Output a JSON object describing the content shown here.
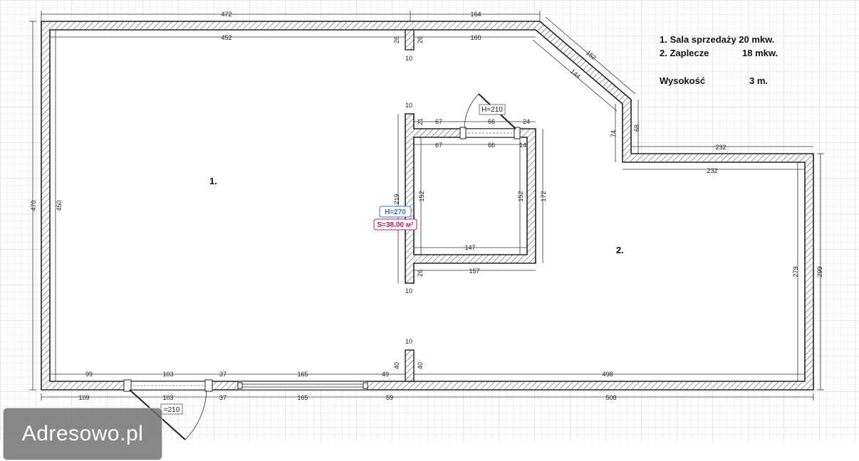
{
  "legend": {
    "line1": "1. Sala sprzedaży 20 mkw.",
    "line2_label": "2. Zaplecze",
    "line2_value": "18 mkw.",
    "height_label": "Wysokość",
    "height_value": "3 m."
  },
  "rooms": {
    "room1": "1.",
    "room2": "2."
  },
  "tags": {
    "height": "H=270",
    "area": "S=38.00 м²",
    "door_top": "H=210",
    "door_bottom": "=210"
  },
  "dimensions": {
    "top_outer_left": "472",
    "top_outer_right": "164",
    "top_inner_left": "452",
    "top_inner_right": "160",
    "stub_left": "26",
    "stub_right": "26",
    "stub_width": "10",
    "diag_outer": "152",
    "diag_inner": "144",
    "step_inner": "74",
    "step_outer": "68",
    "right_top_outer": "232",
    "right_top_inner": "232",
    "left_outer": "470",
    "left_inner": "450",
    "right_inner": "279",
    "right_outer": "299",
    "core_top_width": "10",
    "core_21": "21",
    "core_67a": "67",
    "core_66a": "66",
    "core_24": "24",
    "core_67b": "67",
    "core_66b": "66",
    "core_14": "14",
    "core_219": "219",
    "core_152a": "152",
    "core_152b": "152",
    "core_172": "172",
    "core_147": "147",
    "core_157": "157",
    "core_26": "26",
    "core_bottom_width": "10",
    "stub2_width": "10",
    "stub2_40a": "40",
    "stub2_40b": "40",
    "bottom_99": "99",
    "bottom_103a": "103",
    "bottom_37a": "37",
    "bottom_165a": "165",
    "bottom_49": "49",
    "bottom_498": "498",
    "bottom_109": "109",
    "bottom_103b": "103",
    "bottom_37b": "37",
    "bottom_165b": "165",
    "bottom_59": "59",
    "bottom_508": "508"
  },
  "watermark": "Adresowo.pl",
  "colors": {
    "grid_minor": "#e3e3e3",
    "grid_major": "#cccccc",
    "wall": "#222222",
    "tag_blue": "#3b73b9",
    "tag_red": "#c2185b"
  }
}
